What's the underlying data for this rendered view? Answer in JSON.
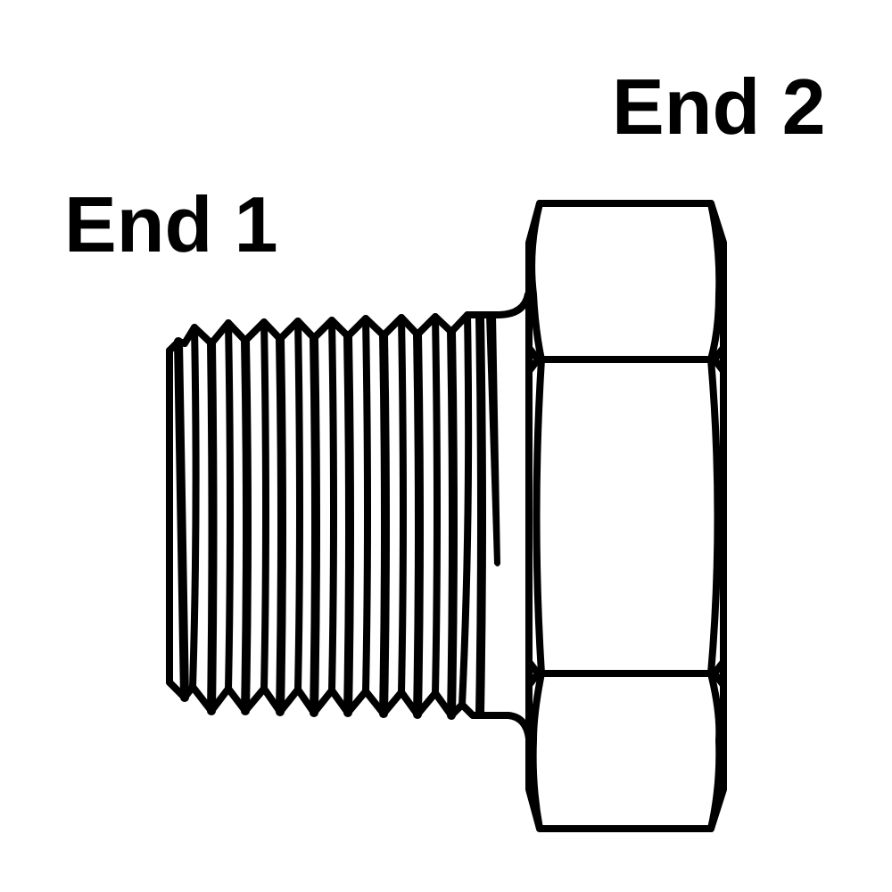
{
  "diagram": {
    "type": "pipe-fitting-hex-plug",
    "labels": {
      "end1": "End 1",
      "end2": "End 2"
    },
    "parts": {
      "threaded_end": "male-tapered-thread",
      "hex_body": "hex-head"
    },
    "colors": {
      "line": "#000000",
      "background": "#ffffff"
    }
  }
}
